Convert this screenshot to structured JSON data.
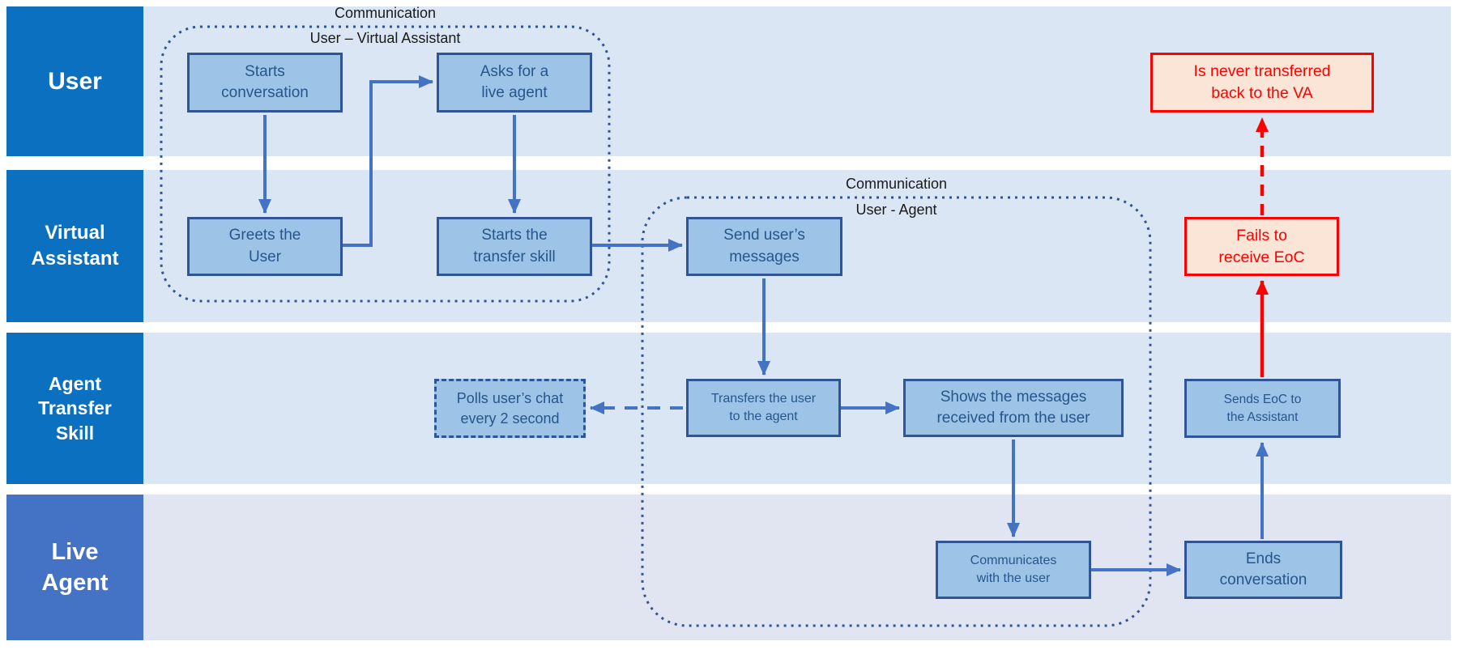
{
  "lanes": [
    {
      "label": "User"
    },
    {
      "label": "Virtual\nAssistant"
    },
    {
      "label": "Agent\nTransfer\nSkill"
    },
    {
      "label": "Live\nAgent"
    }
  ],
  "groups": [
    {
      "title": "Communication",
      "subtitle": "User – Virtual Assistant"
    },
    {
      "title": "Communication",
      "subtitle": "User - Agent"
    }
  ],
  "nodes": {
    "starts_conversation": "Starts\nconversation",
    "asks_live_agent": "Asks for a\nlive agent",
    "greets_user": "Greets the\nUser",
    "starts_transfer": "Starts the\ntransfer skill",
    "send_messages": "Send user’s\nmessages",
    "polls_chat": "Polls user’s chat\nevery 2 second",
    "transfers_user": "Transfers the user\nto the agent",
    "shows_messages": "Shows the messages\nreceived from the user",
    "sends_eoc": "Sends EoC to\nthe Assistant",
    "communicates": "Communicates\nwith the user",
    "ends_conversation": "Ends\nconversation",
    "never_transferred": "Is never transferred\nback to the VA",
    "fails_eoc": "Fails to\nreceive EoC"
  },
  "colors": {
    "lane_header_blue": "#0b70c0",
    "lane_header_indigo": "#4472c4",
    "lane_body_blue": "#dae6f3",
    "lane_body_lavender": "#e1e4f1",
    "node_fill": "#9dc3e6",
    "node_border": "#2f5597",
    "node_text": "#27568c",
    "arrow_blue": "#4472c4",
    "error_red": "#ff0000",
    "error_fill": "#fbe5d6",
    "group_outline": "#2f5597"
  }
}
